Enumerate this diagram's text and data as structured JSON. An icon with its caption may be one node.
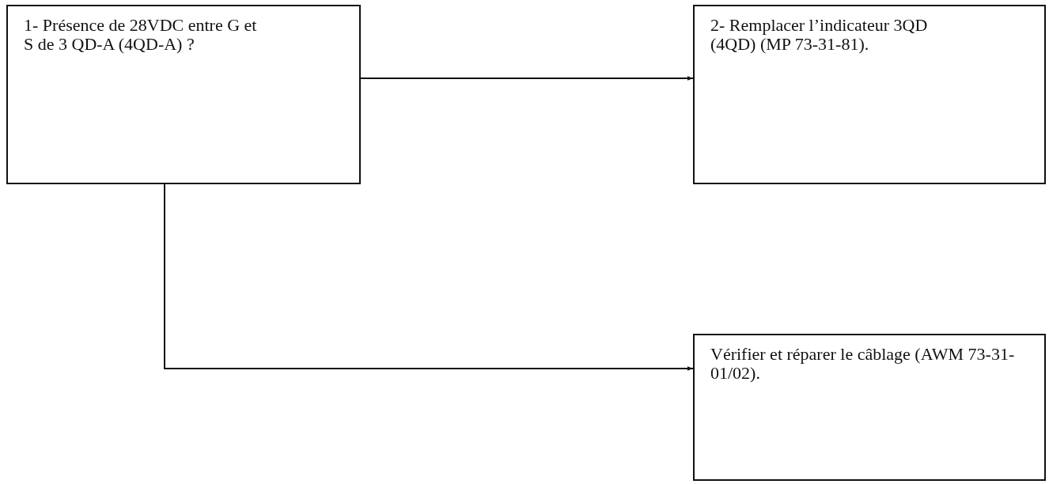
{
  "diagram": {
    "nodes": [
      {
        "text": [
          "1- Présence de 28VDC entre G et S de 3 QD-A (4QD-A) ?"
        ]
      },
      {
        "text": [
          "2- Remplacer l’indicateur 3QD (4QD) (MP 73-31-81)."
        ]
      },
      {
        "text": [
          "Vérifier et réparer le câblage (AWM 73-31-01/02)."
        ]
      }
    ],
    "edges": [
      {
        "from": 0,
        "to": 1,
        "arrow": "to"
      },
      {
        "from": 0,
        "to": 2,
        "arrow": "to"
      }
    ]
  }
}
